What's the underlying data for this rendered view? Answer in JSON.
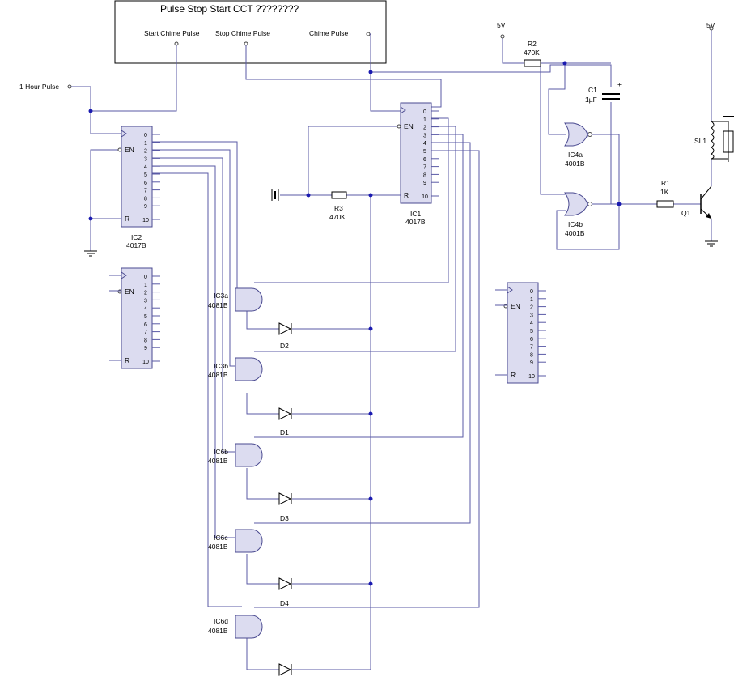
{
  "title": "Pulse Stop Start CCT ????????",
  "ports": {
    "start_chime": "Start Chime Pulse",
    "stop_chime": "Stop Chime Pulse",
    "chime_pulse": "Chime Pulse",
    "hour_pulse": "1 Hour Pulse"
  },
  "supply_label": "5V",
  "counter_pins": [
    "0",
    "1",
    "2",
    "3",
    "4",
    "5",
    "6",
    "7",
    "8",
    "9"
  ],
  "counter_pin_en": "EN",
  "counter_pin_r": "R",
  "counter_pin_10": "10",
  "ic1": {
    "ref": "IC1",
    "value": "4017B"
  },
  "ic2": {
    "ref": "IC2",
    "value": "4017B"
  },
  "r3": {
    "ref": "R3",
    "value": "470K"
  },
  "r2": {
    "ref": "R2",
    "value": "470K"
  },
  "r1": {
    "ref": "R1",
    "value": "1K"
  },
  "c1": {
    "ref": "C1",
    "value": "1µF",
    "polarity": "+"
  },
  "ic4a": {
    "ref": "IC4a",
    "value": "4001B"
  },
  "ic4b": {
    "ref": "IC4b",
    "value": "4001B"
  },
  "q1": "Q1",
  "sl1": "SL1",
  "and_gates": [
    {
      "ref": "IC3a",
      "value": "4081B"
    },
    {
      "ref": "IC3b",
      "value": "4081B"
    },
    {
      "ref": "IC6b",
      "value": "4081B"
    },
    {
      "ref": "IC6c",
      "value": "4081B"
    },
    {
      "ref": "IC6d",
      "value": "4081B"
    }
  ],
  "diodes": [
    "D2",
    "D1",
    "D3",
    "D4"
  ],
  "colors": {
    "wire": "#5a5aa6",
    "chip_fill": "#dcdcf0",
    "junction": "#1a1ab0"
  }
}
